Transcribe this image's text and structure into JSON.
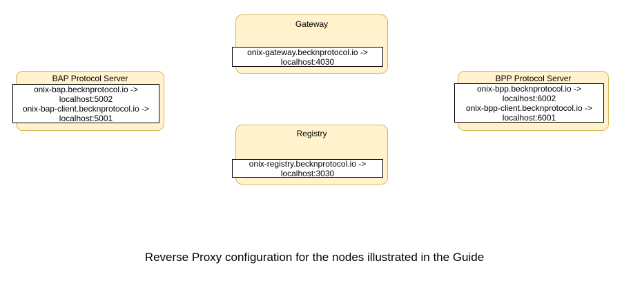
{
  "diagram": {
    "caption": "Reverse Proxy configuration for the nodes illustrated in the Guide",
    "colors": {
      "node_fill": "#FFF2CC",
      "node_border": "#D6B656",
      "proxy_box_fill": "#FFFFFF",
      "proxy_box_border": "#000000",
      "text": "#000000",
      "background": "#FFFFFF"
    },
    "nodes": {
      "gateway": {
        "title": "Gateway",
        "lines": [
          "onix-gateway.becknprotocol.io ->",
          "localhost:4030"
        ]
      },
      "bap": {
        "title": "BAP Protocol Server",
        "lines": [
          "onix-bap.becknprotocol.io ->",
          "localhost:5002",
          "onix-bap-client.becknprotocol.io ->",
          "localhost:5001"
        ]
      },
      "bpp": {
        "title": "BPP Protocol Server",
        "lines": [
          "onix-bpp.becknprotocol.io ->",
          "localhost:6002",
          "onix-bpp-client.becknprotocol.io ->",
          "localhost:6001"
        ]
      },
      "registry": {
        "title": "Registry",
        "lines": [
          "onix-registry.becknprotocol.io ->",
          "localhost:3030"
        ]
      }
    }
  }
}
